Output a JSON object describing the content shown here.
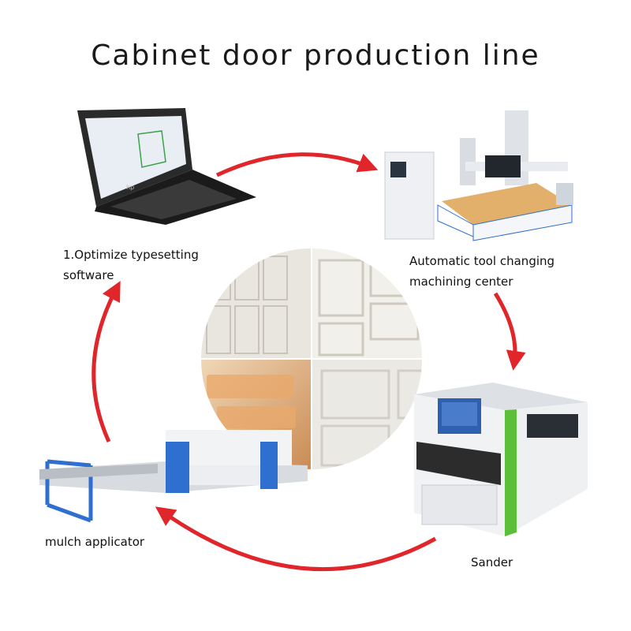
{
  "title": "Cabinet door production line",
  "steps": [
    {
      "label_line1": "1.Optimize typesetting",
      "label_line2": "software"
    },
    {
      "label_line1": "Automatic tool changing",
      "label_line2": "machining center"
    },
    {
      "label": "Sander"
    },
    {
      "label": "mulch applicator"
    }
  ],
  "colors": {
    "arrow": "#e0262b",
    "machine_blue": "#2f6fd0",
    "machine_green": "#5bbf3a"
  },
  "laptop_brand": "hp"
}
